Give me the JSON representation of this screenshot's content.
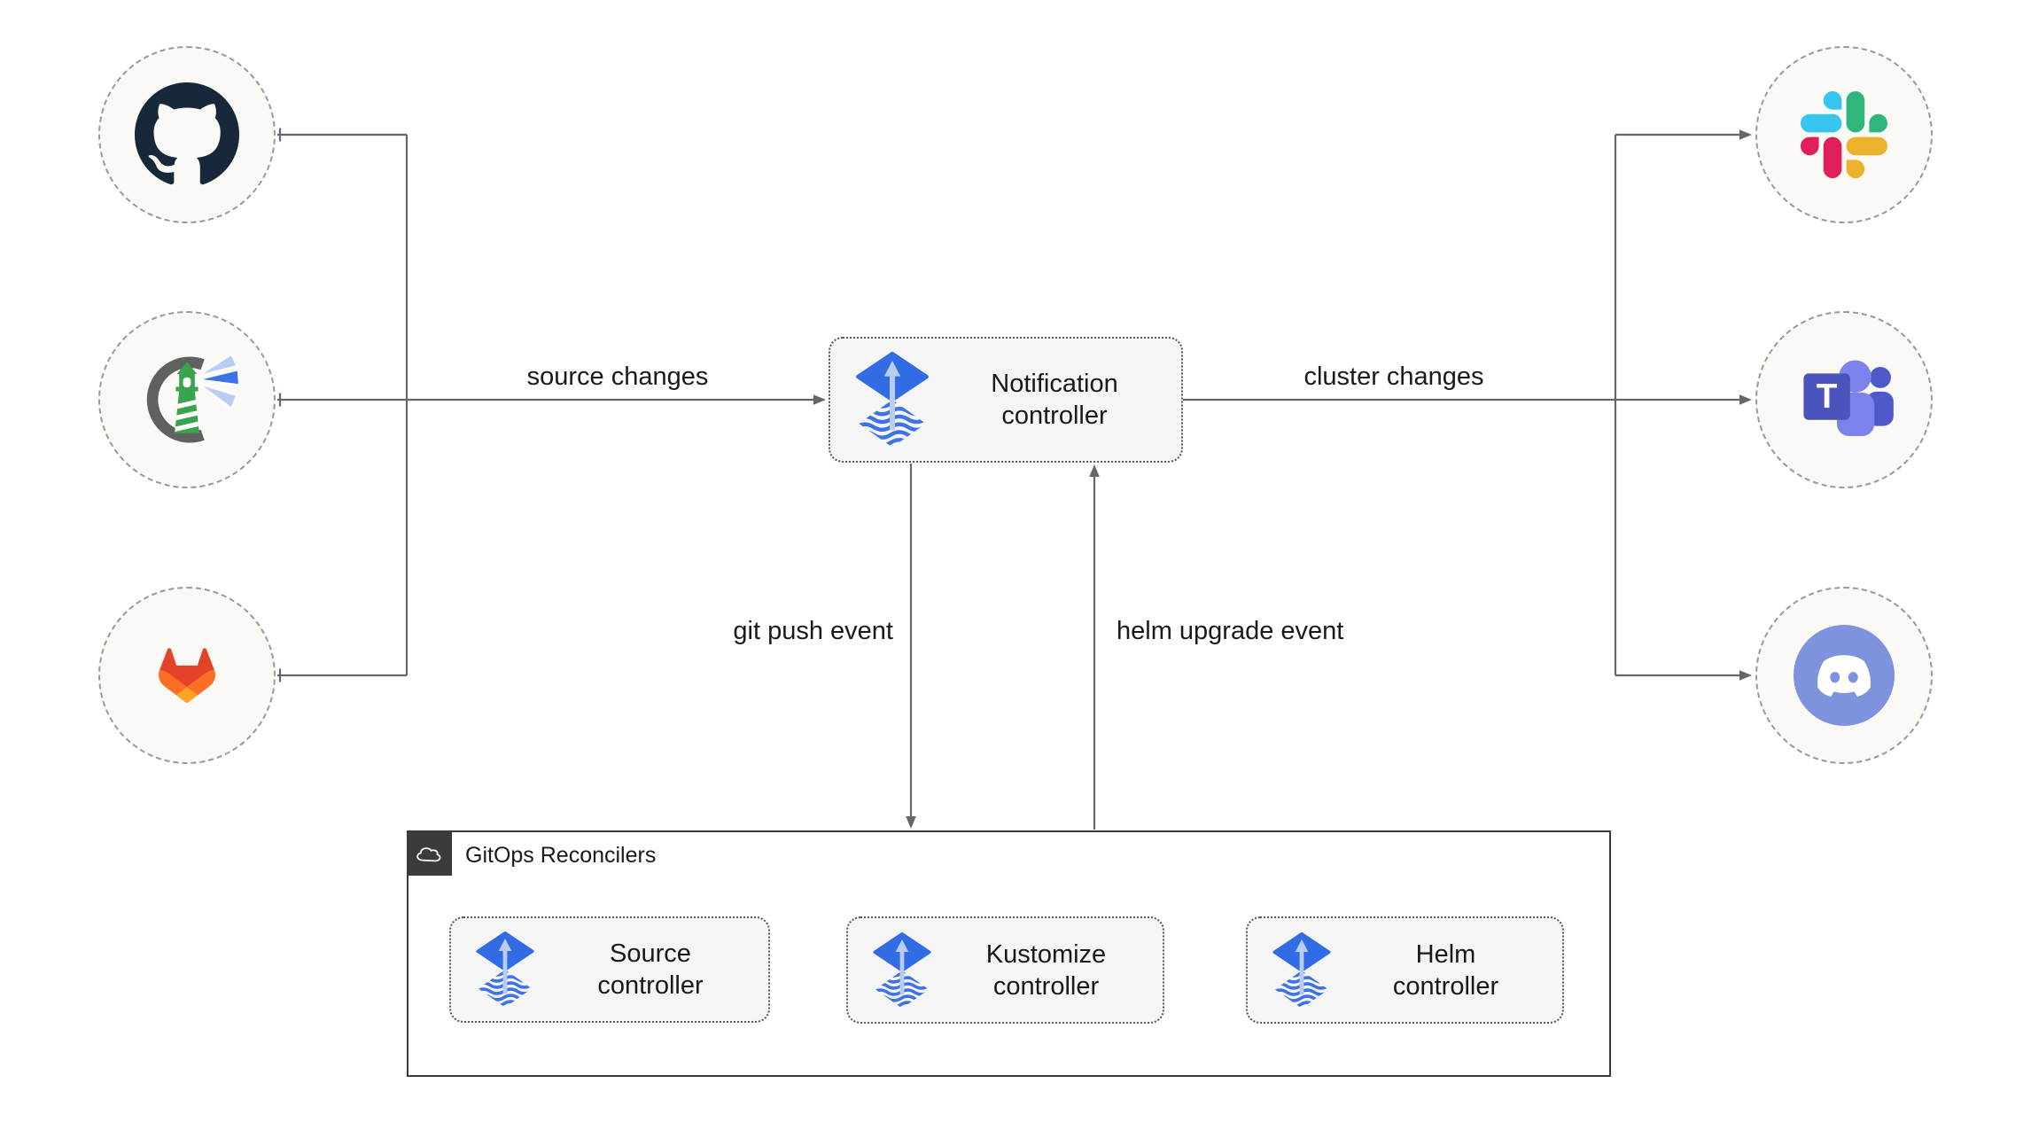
{
  "diagram": {
    "notification": {
      "label": "Notification controller",
      "icon": "flux-icon"
    },
    "reconcilers": {
      "title": "GitOps Reconcilers",
      "icon": "cloud-icon",
      "controllers": [
        {
          "label": "Source controller",
          "icon": "flux-icon"
        },
        {
          "label": "Kustomize controller",
          "icon": "flux-icon"
        },
        {
          "label": "Helm controller",
          "icon": "flux-icon"
        }
      ]
    },
    "sources": [
      {
        "id": "github",
        "icon": "github-icon"
      },
      {
        "id": "harbor",
        "icon": "harbor-icon"
      },
      {
        "id": "gitlab",
        "icon": "gitlab-icon"
      }
    ],
    "targets": [
      {
        "id": "slack",
        "icon": "slack-icon"
      },
      {
        "id": "ms-teams",
        "icon": "ms-teams-icon",
        "letter": "T"
      },
      {
        "id": "discord",
        "icon": "discord-icon"
      }
    ],
    "edges": {
      "source_changes": {
        "label": "source changes"
      },
      "cluster_changes": {
        "label": "cluster changes"
      },
      "git_push": {
        "label": "git push event"
      },
      "helm_upgrade": {
        "label": "helm upgrade event"
      }
    },
    "colors": {
      "edge": "#666666",
      "circle_border": "#999999",
      "circle_fill": "#faf9f6",
      "box_fill": "#f5f5f5",
      "box_border": "#565656",
      "container_border": "#3b3b3b",
      "header_fill": "#3b3b3b",
      "text": "#1a1a1a",
      "flux_blue": "#316ce4",
      "flux_wave": "#3e73e8",
      "flux_arrow": "#b9cdf3",
      "github": "#17283a",
      "gitlab_dark": "#e24329",
      "gitlab_mid": "#fc6d26",
      "gitlab_light": "#fca326",
      "harbor_green": "#3aa34c",
      "harbor_gray": "#60605e",
      "slack_blue": "#36c5f0",
      "slack_green": "#2eb67d",
      "slack_red": "#e01e5a",
      "slack_yellow": "#ecb22e",
      "teams_dark": "#4b53bc",
      "teams_mid": "#5059c9",
      "teams_light": "#7b83eb",
      "discord_blurple": "#7f92dd"
    }
  }
}
